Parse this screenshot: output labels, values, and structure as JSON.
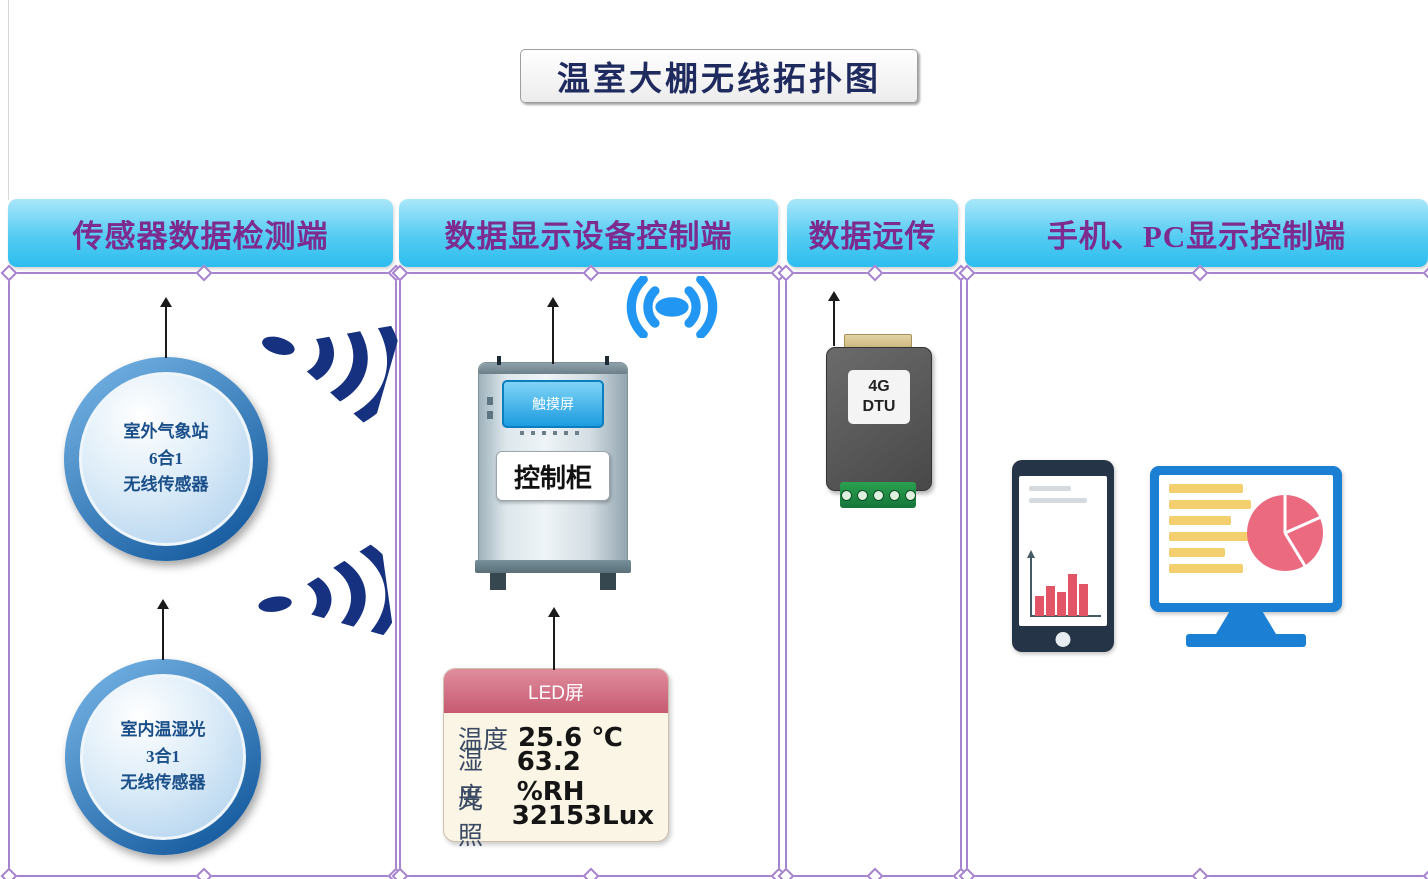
{
  "title": "温室大棚无线拓扑图",
  "columns": [
    {
      "header": "传感器数据检测端"
    },
    {
      "header": "数据显示设备控制端"
    },
    {
      "header": "数据远传"
    },
    {
      "header": "手机、PC显示控制端"
    }
  ],
  "sensors": [
    {
      "line1": "室外气象站",
      "line2": "6合1",
      "line3": "无线传感器"
    },
    {
      "line1": "室内温湿光",
      "line2": "3合1",
      "line3": "无线传感器"
    }
  ],
  "cabinet": {
    "touchscreen_label": "触摸屏",
    "label": "控制柜"
  },
  "dtu": {
    "line1": "4G",
    "line2": "DTU"
  },
  "led_panel": {
    "header": "LED屏",
    "rows": [
      {
        "label": "温度",
        "value": "25.6 ℃"
      },
      {
        "label": "湿度",
        "value": "63.2 %RH"
      },
      {
        "label": "光照",
        "value": "32153Lux"
      }
    ]
  },
  "icons": {
    "antenna": "css-line-with-up-arrow",
    "wireless_signal": "svg-dot-with-three-arcs",
    "wifi_signal": "svg-dot-with-double-side-arcs",
    "bar_chart": "svg-axes-with-bars",
    "pie_chart": "svg-circle-with-slice-lines",
    "smartphone": "css-phone-shape",
    "monitor": "css-monitor-shape"
  },
  "colors": {
    "header_gradient_top": "#a9e7fa",
    "header_gradient_bottom": "#2dbdee",
    "header_text": "#7d2b8e",
    "title_text": "#1f2a5e",
    "panel_border": "#a583cf",
    "signal_navy": "#16317f",
    "wifi_blue": "#2196f3",
    "sensor_ring": "#0a5096",
    "sensor_text": "#1b4f8a",
    "led_header_pink": "#c75a72",
    "led_body_cream": "#fbf5e6",
    "dtu_body_gray": "#4f4f4f",
    "dtu_terminal_green": "#1e8a41",
    "device_blue": "#1b7fd4",
    "chart_pink": "#ec6a80",
    "chart_yellow": "#f4cf6d"
  }
}
